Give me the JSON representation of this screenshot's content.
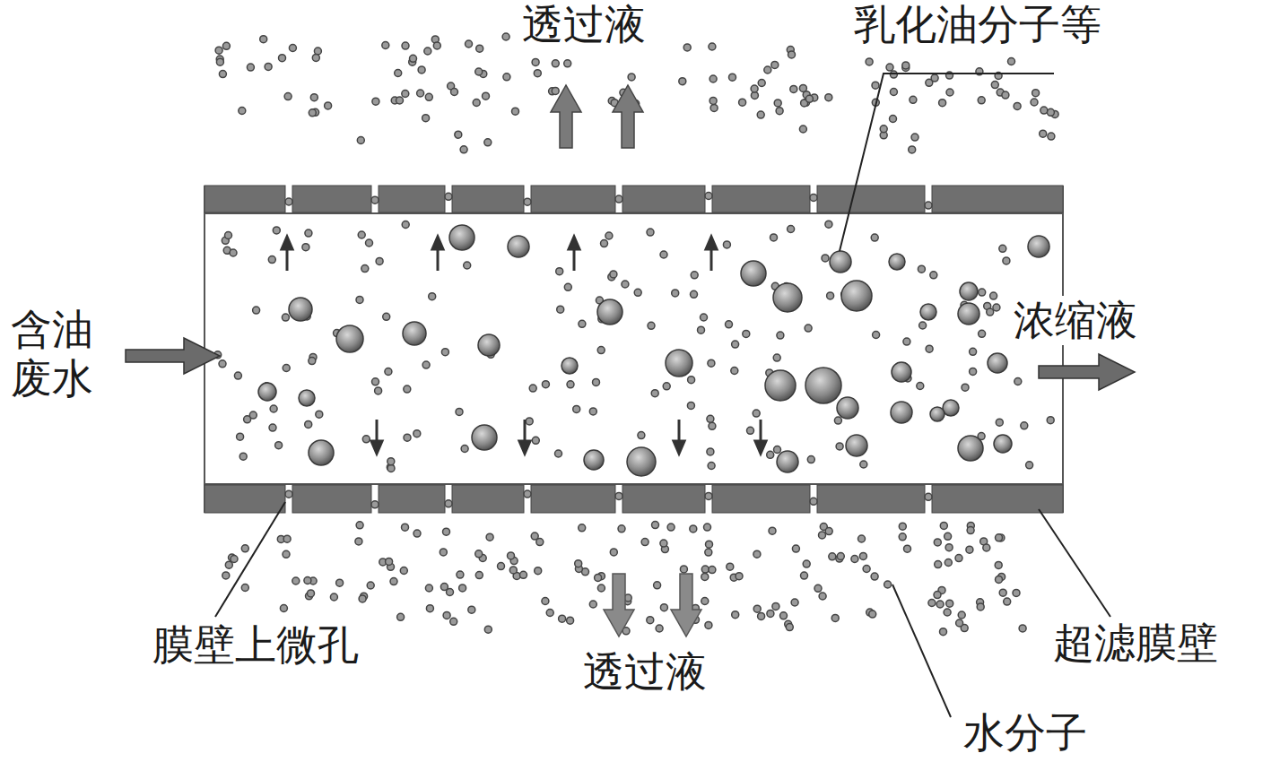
{
  "diagram": {
    "labels": [
      "透过液",
      "乳化油分子等",
      "含油 废水",
      "浓缩液",
      "膜壁上微孔",
      "透过液",
      "超滤膜壁",
      "水分子"
    ]
  }
}
